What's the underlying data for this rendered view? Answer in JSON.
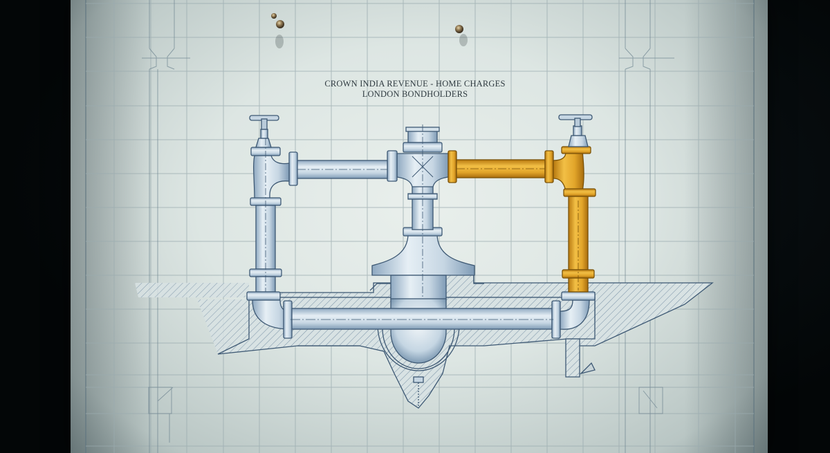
{
  "diagram": {
    "title_line1": "CROWN INDIA REVENUE - HOME CHARGES",
    "title_line2": "LONDON BONDHOLDERS",
    "style": "technical blueprint on grid paper",
    "colors": {
      "paper": "#e4ebe8",
      "grid": "#9fb0b4",
      "ink": "#3d5873",
      "pipe_steel": "#c9d9e6",
      "pipe_steel_shade": "#8ba6bf",
      "pipe_gold": "#e0a428",
      "pipe_gold_shade": "#b77a12",
      "background": "#05090b",
      "hatch": "#6f8aa3"
    },
    "elements": [
      {
        "id": "left-valve",
        "label": "valve tap (left)",
        "color": "steel"
      },
      {
        "id": "right-valve",
        "label": "valve tap (right)",
        "color": "steel"
      },
      {
        "id": "top-left-pipe",
        "label": "upper horizontal pipe (left)",
        "color": "steel"
      },
      {
        "id": "central-cross-junction",
        "label": "central cross junction",
        "color": "steel"
      },
      {
        "id": "top-right-pipe",
        "label": "upper horizontal pipe (right)",
        "color": "gold"
      },
      {
        "id": "right-vertical-pipe",
        "label": "right riser pipe",
        "color": "gold"
      },
      {
        "id": "left-vertical-pipe",
        "label": "left riser pipe",
        "color": "steel"
      },
      {
        "id": "central-reservoir",
        "label": "central funnel reservoir",
        "color": "steel"
      },
      {
        "id": "lower-pipe",
        "label": "lower horizontal return pipe",
        "color": "steel"
      },
      {
        "id": "foundation",
        "label": "hatched foundation section",
        "color": "hatch"
      },
      {
        "id": "pins",
        "label": "two brass pushpins",
        "count": 2
      }
    ]
  }
}
